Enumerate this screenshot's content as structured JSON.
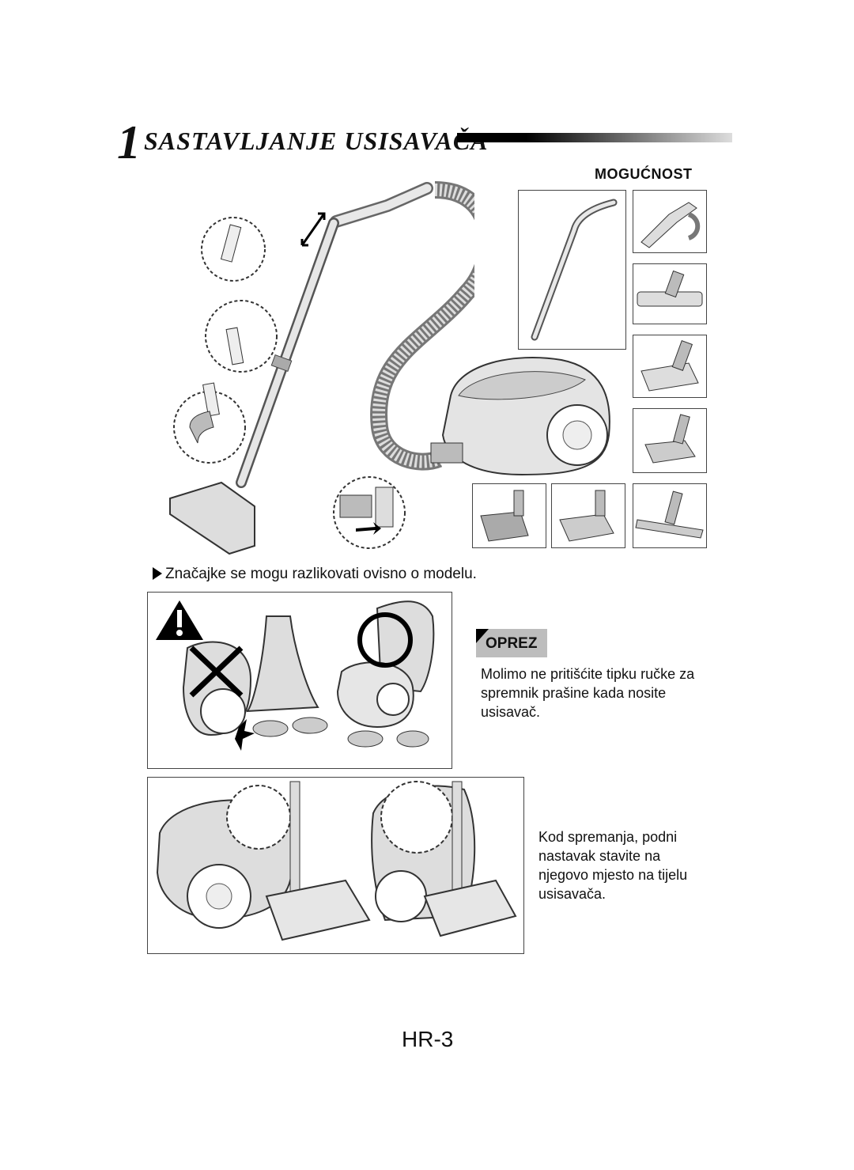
{
  "heading": {
    "number": "1",
    "title": "SASTAVLJANJE USISAVAČA"
  },
  "option_label": "MOGUĆNOST",
  "note": "Značajke se mogu razlikovati ovisno o modelu.",
  "caution": {
    "label": "OPREZ",
    "text": "Molimo ne pritišćite tipku ručke za spremnik prašine kada nosite usisavač."
  },
  "storage_text": "Kod spremanja, podni nastavak stavite na njegovo mjesto na tijelu usisavača.",
  "page_number": "HR-3"
}
